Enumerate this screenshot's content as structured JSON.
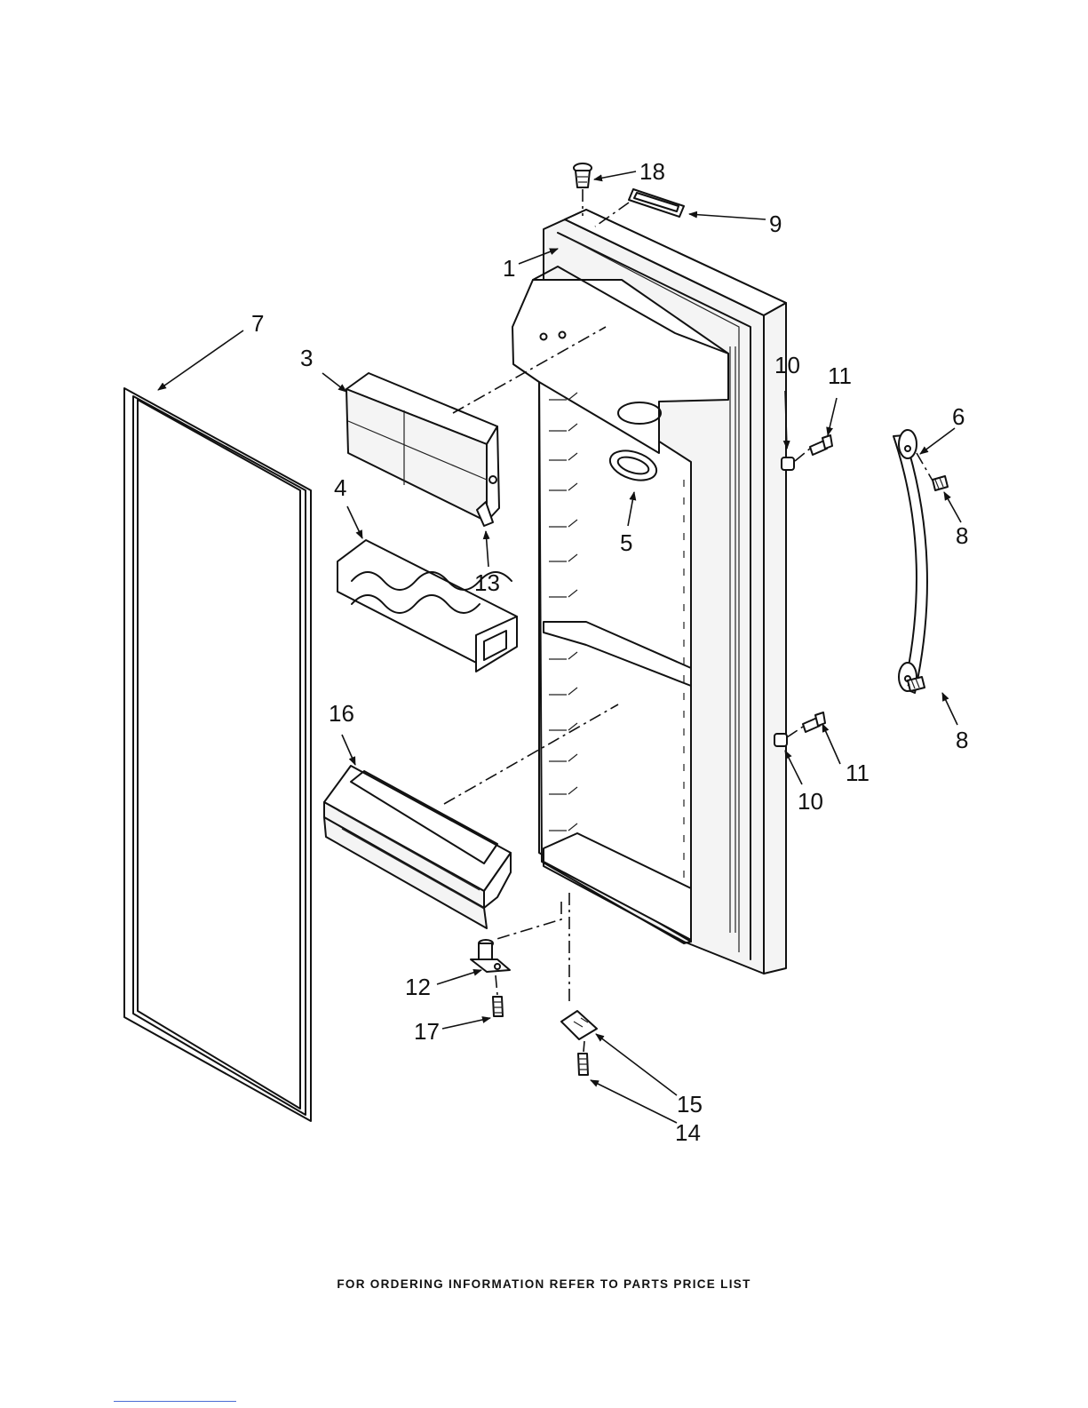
{
  "diagram": {
    "callouts": {
      "p1": "1",
      "p3": "3",
      "p4": "4",
      "p5": "5",
      "p6": "6",
      "p7": "7",
      "p8a": "8",
      "p8b": "8",
      "p9": "9",
      "p10a": "10",
      "p10b": "10",
      "p11a": "11",
      "p11b": "11",
      "p12": "12",
      "p13": "13",
      "p14": "14",
      "p15": "15",
      "p16": "16",
      "p17": "17",
      "p18": "18"
    }
  },
  "footer": {
    "note": "FOR ORDERING INFORMATION REFER TO PARTS PRICE LIST"
  }
}
